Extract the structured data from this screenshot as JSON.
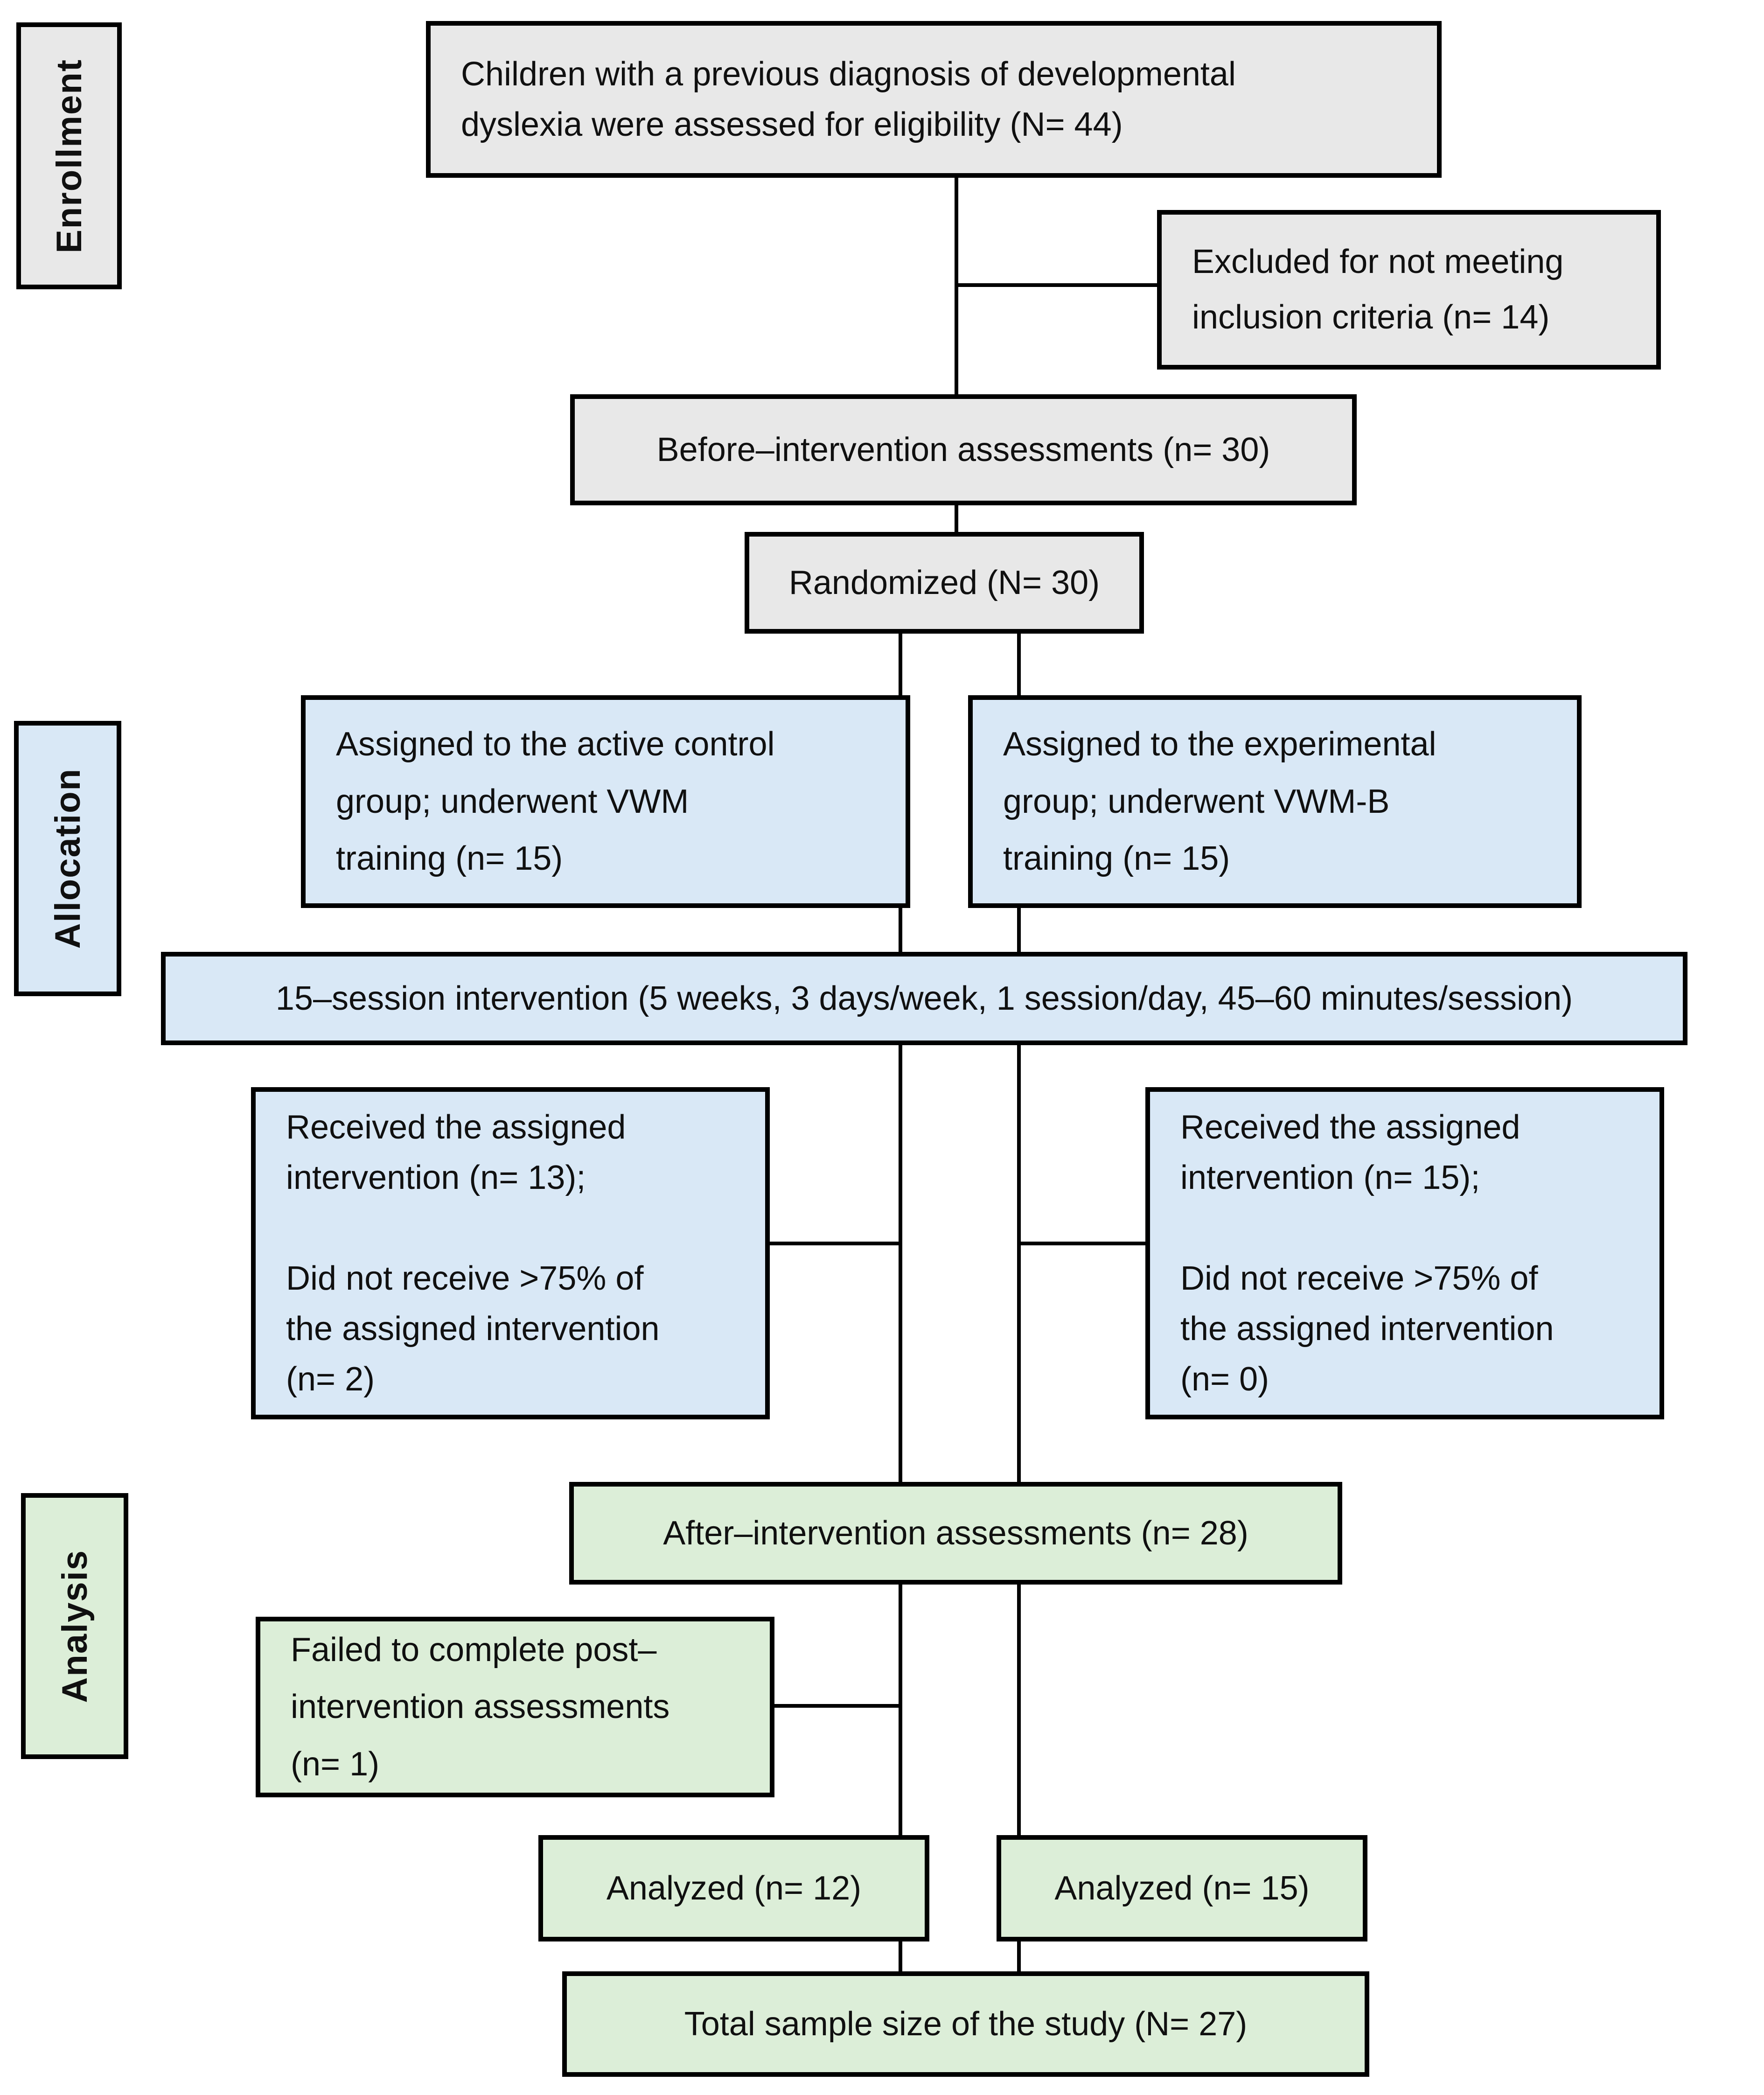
{
  "diagram": {
    "stage_labels": {
      "enrollment": "Enrollment",
      "allocation": "Allocation",
      "analysis": "Analysis"
    },
    "colors": {
      "gray": "#e8e8e8",
      "blue": "#d9e8f6",
      "green": "#dceed8",
      "border": "#000000",
      "line": "#000000"
    },
    "nodes": {
      "eligibility": {
        "text": "Children with a previous diagnosis of developmental\ndyslexia were assessed for eligibility (N= 44)",
        "n": 44,
        "fill": "gray"
      },
      "excluded": {
        "text": "Excluded for not meeting\ninclusion criteria (n= 14)",
        "n": 14,
        "fill": "gray"
      },
      "before": {
        "text": "Before–intervention assessments (n= 30)",
        "n": 30,
        "fill": "gray"
      },
      "randomized": {
        "text": "Randomized (N= 30)",
        "n": 30,
        "fill": "gray"
      },
      "control": {
        "text": "Assigned to the active control\ngroup; underwent VWM\ntraining (n= 15)",
        "n": 15,
        "fill": "blue"
      },
      "experimental": {
        "text": "Assigned to the experimental\ngroup; underwent VWM-B\ntraining (n= 15)",
        "n": 15,
        "fill": "blue"
      },
      "intervention": {
        "text": "15–session intervention (5 weeks, 3 days/week, 1 session/day, 45–60 minutes/session)",
        "fill": "blue"
      },
      "received_control": {
        "text": "Received the assigned\nintervention (n= 13);\n\nDid not receive >75% of\nthe assigned intervention\n(n= 2)",
        "n_received": 13,
        "n_not_received": 2,
        "fill": "blue"
      },
      "received_experimental": {
        "text": "Received the assigned\nintervention (n= 15);\n\nDid not receive >75% of\nthe assigned intervention\n(n= 0)",
        "n_received": 15,
        "n_not_received": 0,
        "fill": "blue"
      },
      "after": {
        "text": "After–intervention assessments (n= 28)",
        "n": 28,
        "fill": "green"
      },
      "failed": {
        "text": "Failed to complete post–\nintervention assessments\n(n= 1)",
        "n": 1,
        "fill": "green"
      },
      "analyzed_control": {
        "text": "Analyzed (n= 12)",
        "n": 12,
        "fill": "green"
      },
      "analyzed_experimental": {
        "text": "Analyzed (n= 15)",
        "n": 15,
        "fill": "green"
      },
      "total": {
        "text": "Total sample size of the study (N= 27)",
        "n": 27,
        "fill": "green"
      }
    }
  }
}
